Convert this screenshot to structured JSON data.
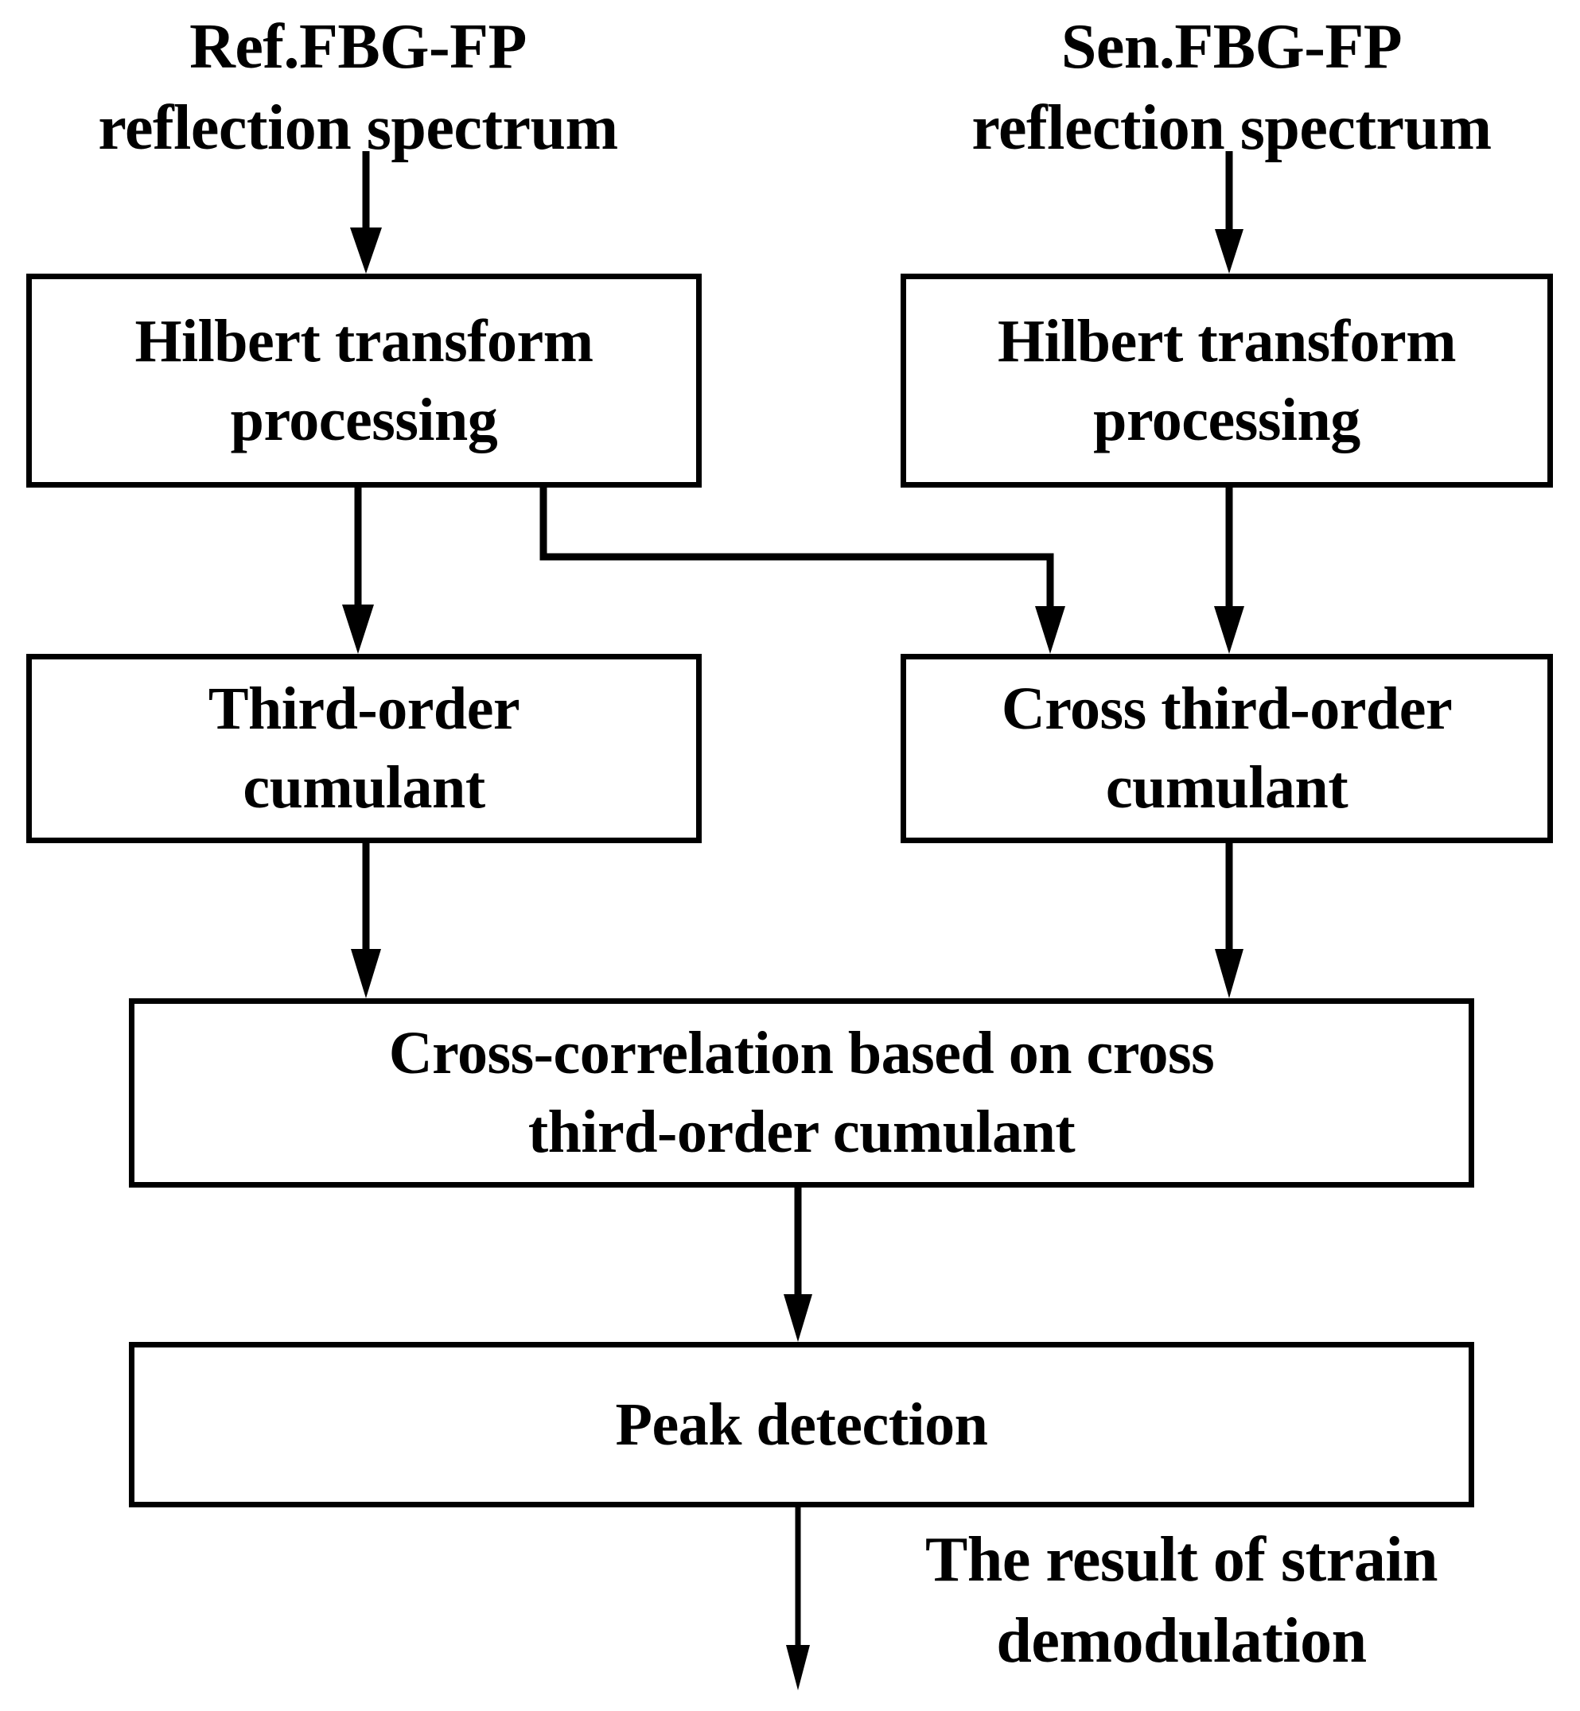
{
  "diagram": {
    "title": "FBG-FP strain demodulation signal-processing flowchart",
    "background_color": "#ffffff",
    "line_color": "#000000",
    "text_color": "#000000"
  },
  "captions": {
    "ref_input": "Ref.FBG-FP\nreflection spectrum",
    "sen_input": "Sen.FBG-FP\nreflection spectrum",
    "result_output": "The result of strain\ndemodulation"
  },
  "nodes": {
    "hilbert_ref": "Hilbert transform\nprocessing",
    "hilbert_sen": "Hilbert transform\nprocessing",
    "third_order": "Third-order\ncumulant",
    "cross_third_order": "Cross third-order\ncumulant",
    "cross_correlation": "Cross-correlation based on cross\nthird-order cumulant",
    "peak_detection": "Peak detection"
  },
  "edges": [
    {
      "id": "e1",
      "from": "ref_input",
      "to": "hilbert_ref",
      "style": "straight-down"
    },
    {
      "id": "e2",
      "from": "sen_input",
      "to": "hilbert_sen",
      "style": "straight-down"
    },
    {
      "id": "e3",
      "from": "hilbert_ref",
      "to": "third_order",
      "style": "straight-down"
    },
    {
      "id": "e4",
      "from": "hilbert_ref",
      "to": "cross_third_order",
      "style": "elbow-right"
    },
    {
      "id": "e5",
      "from": "hilbert_sen",
      "to": "cross_third_order",
      "style": "straight-down"
    },
    {
      "id": "e6",
      "from": "third_order",
      "to": "cross_correlation",
      "style": "straight-down"
    },
    {
      "id": "e7",
      "from": "cross_third_order",
      "to": "cross_correlation",
      "style": "straight-down"
    },
    {
      "id": "e8",
      "from": "cross_correlation",
      "to": "peak_detection",
      "style": "straight-down"
    },
    {
      "id": "e9",
      "from": "peak_detection",
      "to": "result_output",
      "style": "straight-down"
    }
  ]
}
